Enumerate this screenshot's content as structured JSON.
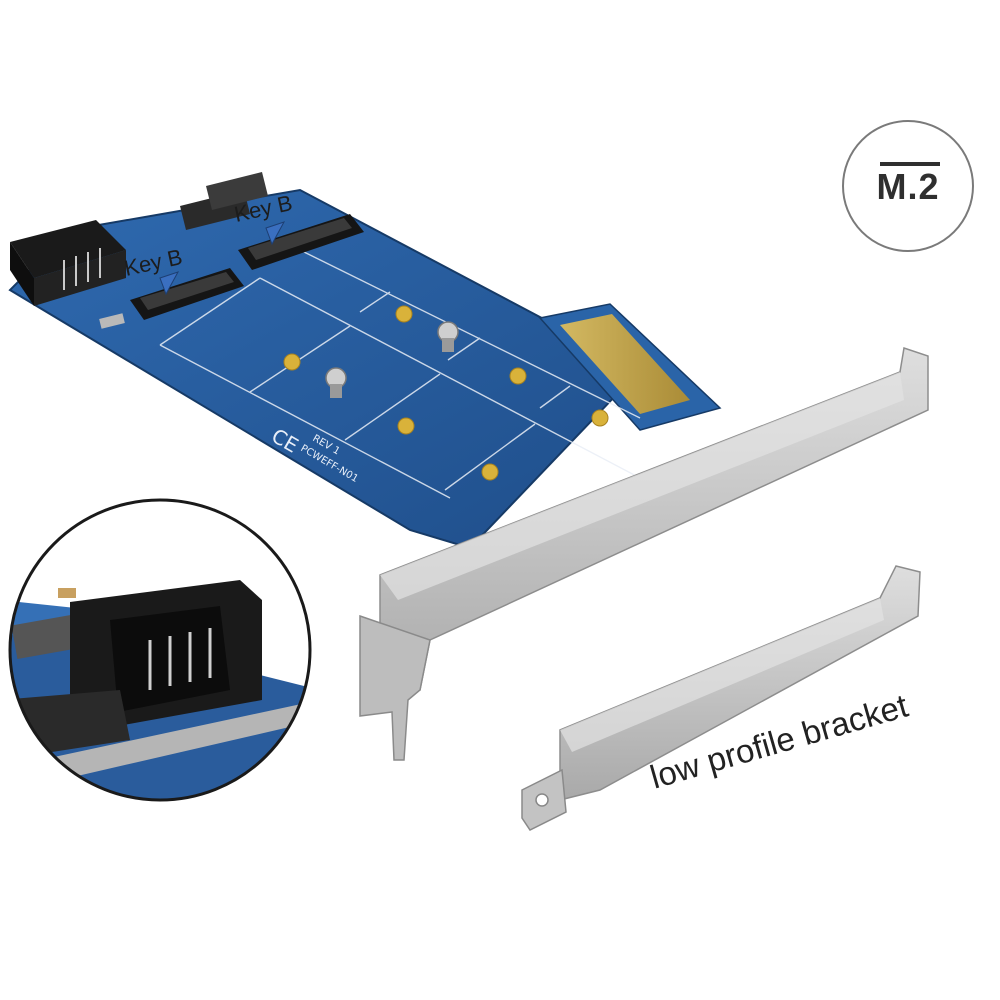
{
  "badge": {
    "text": "M.2"
  },
  "labels": {
    "key_left": "Key B",
    "key_right": "Key B",
    "bracket_caption": "low profile bracket"
  },
  "pcb": {
    "marking_line1": "PCWEFF-N01",
    "marking_line2": "REV 1",
    "ce_mark": "CE"
  },
  "colors": {
    "pcb_blue": "#2a62a6",
    "pcb_dark": "#1b4478",
    "gold": "#d9b23a",
    "bracket_silver": "#c9c9c9",
    "connector_black": "#1a1a1a"
  }
}
